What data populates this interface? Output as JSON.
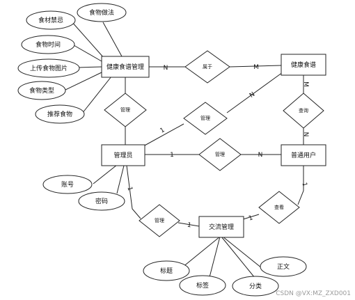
{
  "entities": {
    "health_recipe_mgmt": "健康食谱管理",
    "health_recipe": "健康食谱",
    "admin": "管理员",
    "normal_user": "普通用户",
    "exchange_mgmt": "交流管理"
  },
  "attributes": {
    "food_taboo": "食材禁忌",
    "food_method": "食物做法",
    "food_time": "食物时间",
    "upload_food_image": "上传食物图片",
    "food_type": "食物类型",
    "recommend_food": "推荐食物",
    "account": "账号",
    "password": "密码",
    "title": "标题",
    "tag": "标签",
    "category": "分类",
    "body": "正文"
  },
  "relationships": {
    "belongs_to": "属于",
    "manage_recipe_mgmt": "管理",
    "manage_recipe": "管理",
    "query": "查询",
    "manage_user": "管理",
    "manage_exchange": "管理",
    "view": "查看"
  },
  "cardinalities": {
    "mgmt_belongs_n": "N",
    "belongs_recipe_m": "M",
    "recipe_query_m": "M",
    "query_user_n": "N",
    "admin_manage_recipe_1": "1",
    "manage_recipe_n": "N",
    "admin_manage_user_1": "1",
    "manage_user_n": "N",
    "admin_manage_exchange_1": "1",
    "manage_exchange_1": "1",
    "exchange_view_1": "1",
    "view_user_1": "1"
  },
  "watermark": "CSDN @VX:MZ_ZXD001"
}
